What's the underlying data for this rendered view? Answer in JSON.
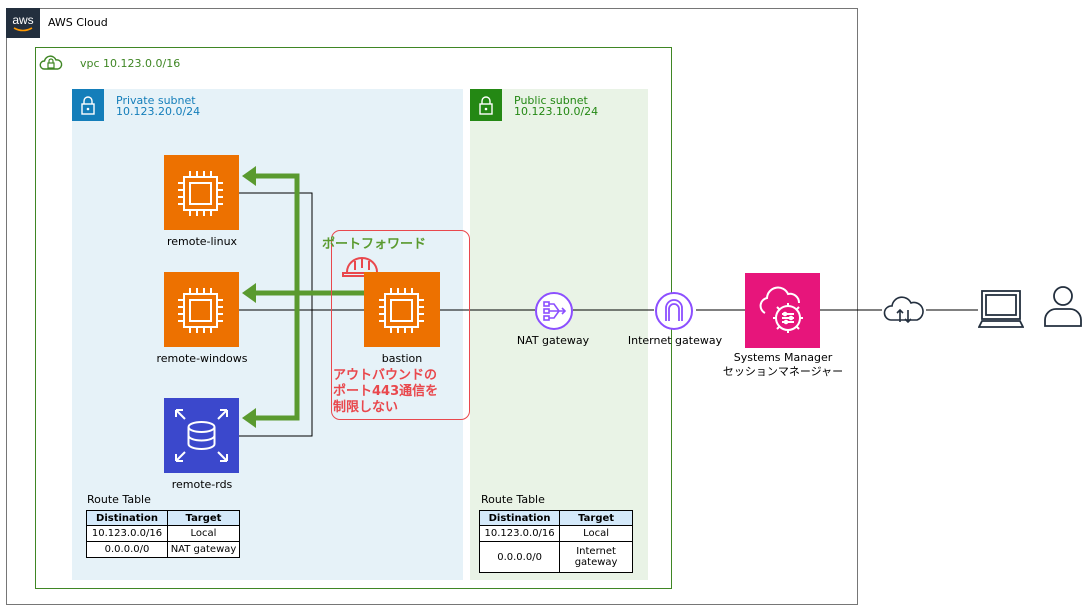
{
  "cloud": {
    "title": "AWS Cloud",
    "logo_text": "aws"
  },
  "vpc": {
    "title": "vpc 10.123.0.0/16"
  },
  "private_subnet": {
    "title": "Private subnet",
    "cidr": "10.123.20.0/24"
  },
  "public_subnet": {
    "title": "Public subnet",
    "cidr": "10.123.10.0/24"
  },
  "nodes": {
    "remote_linux": "remote-linux",
    "remote_windows": "remote-windows",
    "remote_rds": "remote-rds",
    "bastion": "bastion",
    "nat_gateway": "NAT gateway",
    "internet_gateway": "Internet gateway",
    "systems_manager_line1": "Systems Manager",
    "systems_manager_line2": "セッションマネージャー"
  },
  "annotations": {
    "port_forward": "ポートフォワード",
    "outbound_line1": "アウトバウンドの",
    "outbound_line2": "ポート443通信を",
    "outbound_line3": "制限しない"
  },
  "private_route_table": {
    "title": "Route Table",
    "headers": [
      "Distination",
      "Target"
    ],
    "rows": [
      [
        "10.123.0.0/16",
        "Local"
      ],
      [
        "0.0.0.0/0",
        "NAT gateway"
      ]
    ]
  },
  "public_route_table": {
    "title": "Route Table",
    "headers": [
      "Distination",
      "Target"
    ],
    "rows": [
      [
        "10.123.0.0/16",
        "Local"
      ],
      [
        "0.0.0.0/0",
        "Internet gateway"
      ]
    ]
  },
  "icons": {
    "ec2": "ec2-instance-icon",
    "rds": "rds-database-icon",
    "nat": "nat-gateway-icon",
    "igw": "internet-gateway-icon",
    "ssm": "systems-manager-icon",
    "internet": "cloud-upload-download-icon",
    "client": "laptop-icon",
    "user": "user-icon",
    "helmet": "hard-hat-icon"
  },
  "colors": {
    "ec2_orange": "#ed7100",
    "rds_blue": "#3b48cc",
    "ssm_pink": "#e7157b",
    "nat_purple": "#8c4fff",
    "arrow_green": "#5a9a2f",
    "callout_red": "#e9484d",
    "private_blue": "#147eba",
    "public_green": "#248814"
  }
}
